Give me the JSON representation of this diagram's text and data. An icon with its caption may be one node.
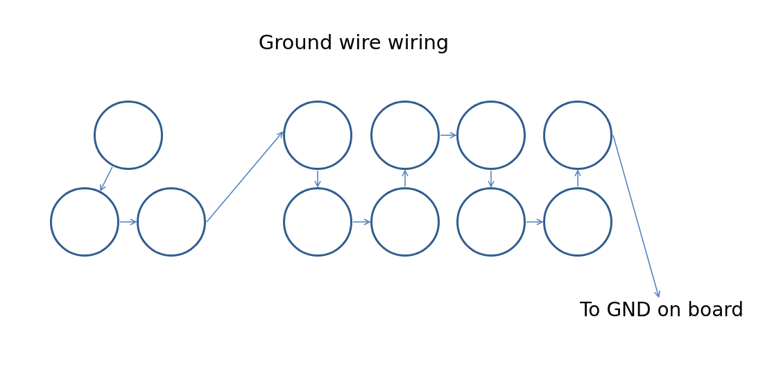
{
  "diagram": {
    "title": "Ground wire wiring",
    "nodes": [
      {
        "text": [],
        "shape": "circle"
      },
      {
        "text": [],
        "shape": "circle"
      },
      {
        "text": [],
        "shape": "circle"
      },
      {
        "text": [],
        "shape": "circle"
      },
      {
        "text": [],
        "shape": "circle"
      },
      {
        "text": [],
        "shape": "circle"
      },
      {
        "text": [],
        "shape": "circle"
      },
      {
        "text": [],
        "shape": "circle"
      },
      {
        "text": [],
        "shape": "circle"
      },
      {
        "text": [],
        "shape": "circle"
      },
      {
        "text": [],
        "shape": "circle"
      },
      {
        "text": [
          "To GND on board"
        ]
      }
    ],
    "edges": [
      {
        "from": 0,
        "to": 5,
        "arrow": "to"
      },
      {
        "from": 5,
        "to": 6,
        "arrow": "to"
      },
      {
        "from": 6,
        "to": 1,
        "arrow": "to"
      },
      {
        "from": 1,
        "to": 7,
        "arrow": "to"
      },
      {
        "from": 7,
        "to": 8,
        "arrow": "to"
      },
      {
        "from": 8,
        "to": 2,
        "arrow": "to"
      },
      {
        "from": 2,
        "to": 3,
        "arrow": "to"
      },
      {
        "from": 3,
        "to": 9,
        "arrow": "to"
      },
      {
        "from": 9,
        "to": 10,
        "arrow": "to"
      },
      {
        "from": 10,
        "to": 4,
        "arrow": "to"
      },
      {
        "from": 4,
        "to": 11,
        "arrow": "to"
      }
    ]
  }
}
